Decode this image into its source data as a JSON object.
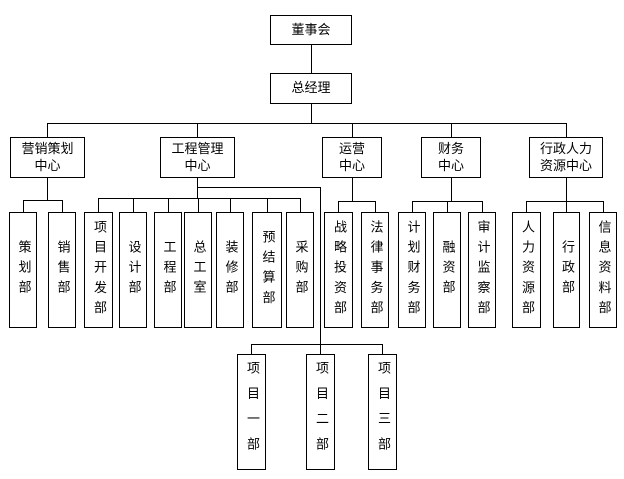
{
  "colors": {
    "background": "#ffffff",
    "line": "#000000",
    "box_border": "#000000",
    "text": "#000000"
  },
  "org": {
    "board": "董事会",
    "general_manager": "总经理",
    "centers": [
      {
        "name": "营销策划中心",
        "lines": [
          "营销策划",
          "中心"
        ]
      },
      {
        "name": "工程管理中心",
        "lines": [
          "工程管理",
          "中心"
        ]
      },
      {
        "name": "运营中心",
        "lines": [
          "运营",
          "中心"
        ]
      },
      {
        "name": "财务中心",
        "lines": [
          "财务",
          "中心"
        ]
      },
      {
        "name": "行政人力资源中心",
        "lines": [
          "行政人力",
          "资源中心"
        ]
      }
    ],
    "departments": {
      "marketing": [
        "策划部",
        "销售部"
      ],
      "engineering": [
        "项目开发部",
        "设计部",
        "工程部",
        "总工室",
        "装修部",
        "预结算部",
        "采购部"
      ],
      "operations": [
        "战略投资部",
        "法律事务部"
      ],
      "finance": [
        "计划财务部",
        "融资部",
        "审计监察部"
      ],
      "admin_hr": [
        "人力资源部",
        "行政部",
        "信息资料部"
      ]
    },
    "projects": [
      "项目一部",
      "项目二部",
      "项目三部"
    ]
  }
}
